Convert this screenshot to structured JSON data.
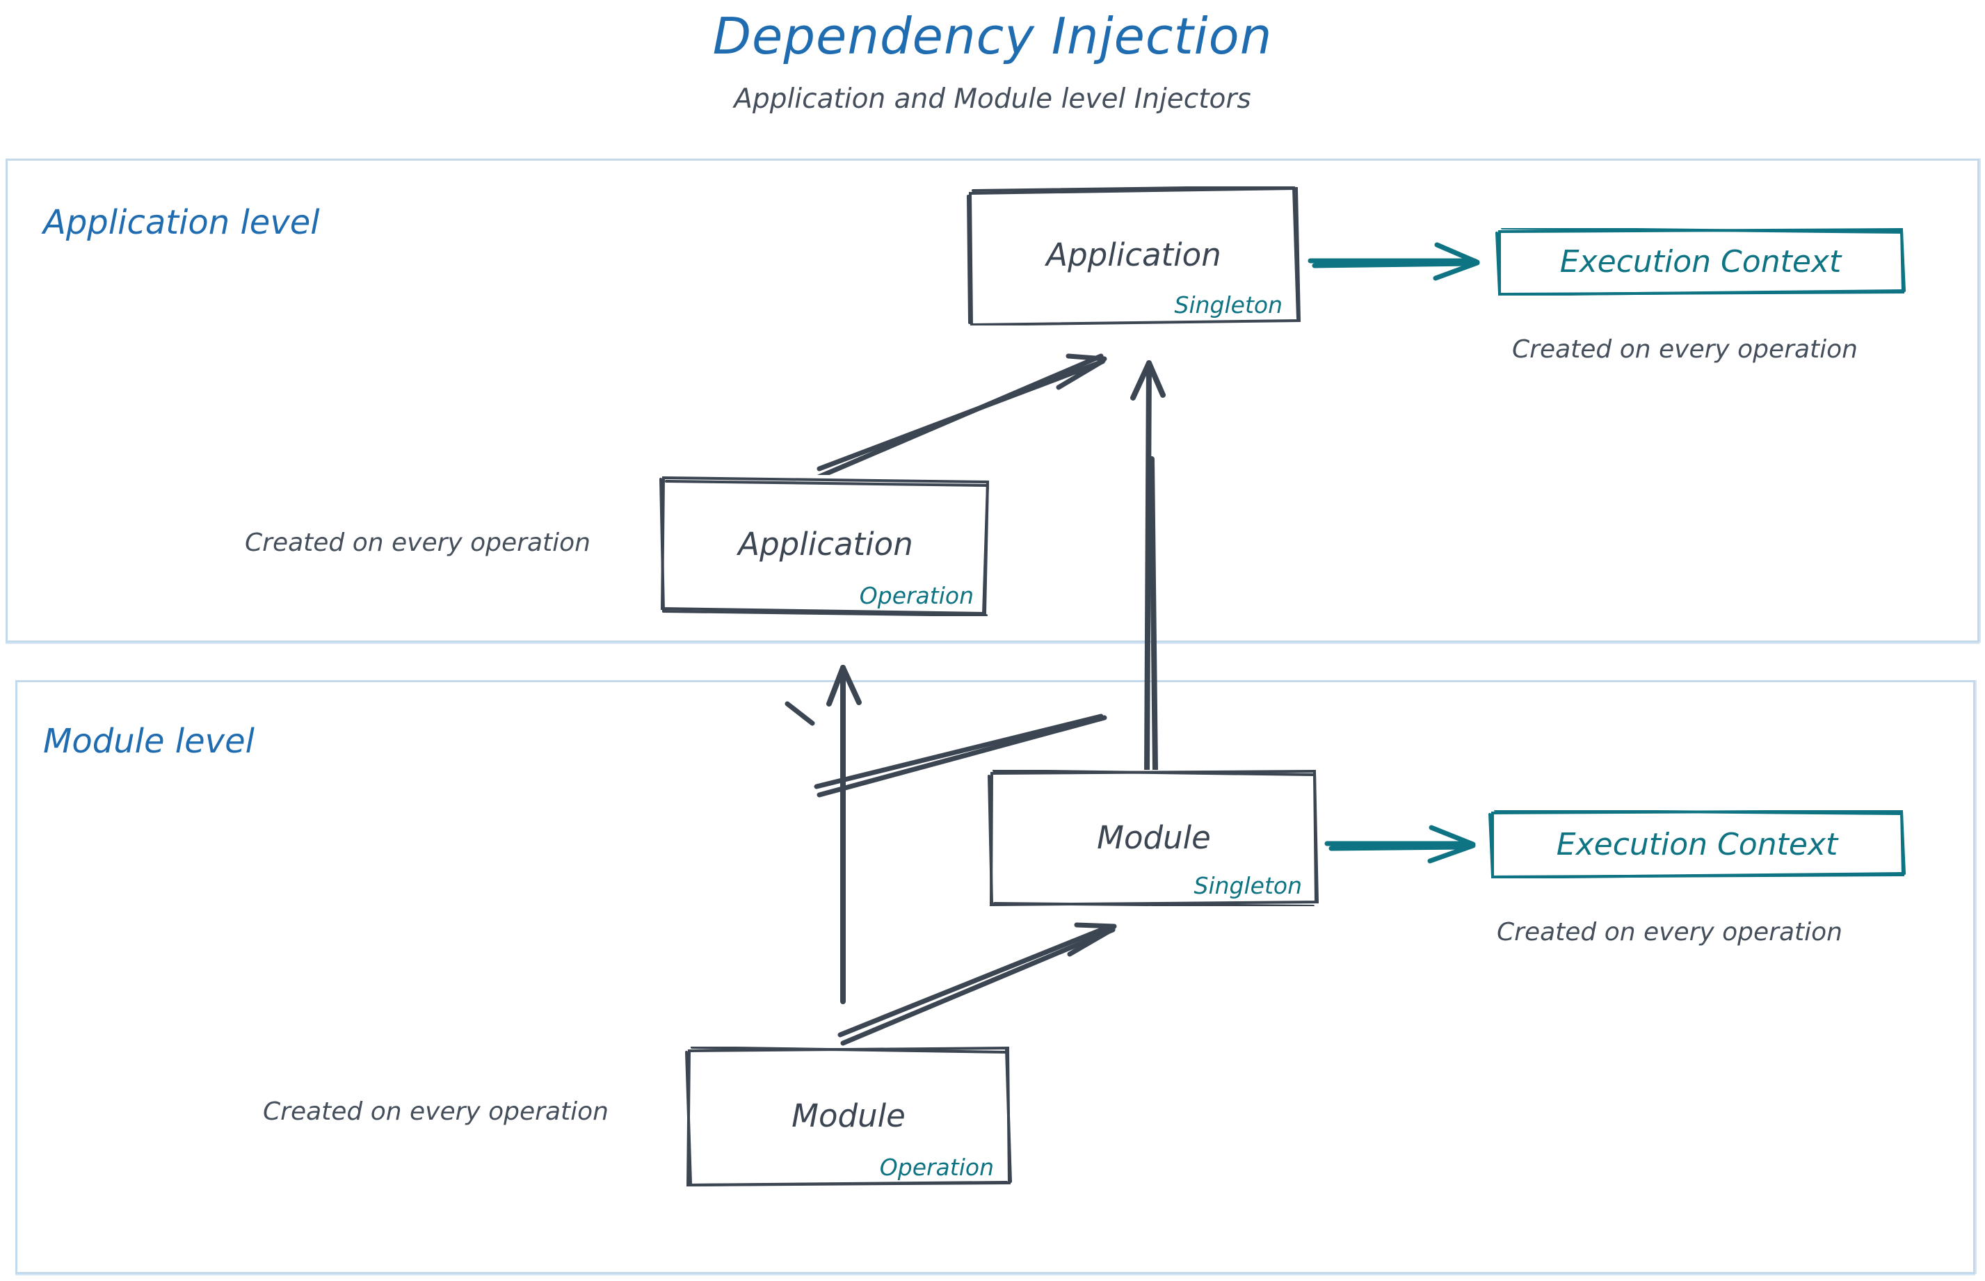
{
  "header": {
    "title": "Dependency Injection",
    "subtitle": "Application and Module level Injectors"
  },
  "colors": {
    "title_blue": "#1f6cb0",
    "level_border": "#c3d9ec",
    "node_stroke": "#3c4552",
    "scope_teal": "#0e7382",
    "note_gray": "#454f5b",
    "background": "#ffffff"
  },
  "levels": [
    {
      "id": "application-level",
      "label": "Application level",
      "nodes": [
        {
          "id": "app-singleton",
          "title": "Application",
          "scope": "Singleton"
        },
        {
          "id": "app-operation",
          "title": "Application",
          "scope": "Operation"
        }
      ],
      "execution_context": {
        "label": "Execution Context",
        "note": "Created on every operation"
      },
      "operation_note": "Created on every operation"
    },
    {
      "id": "module-level",
      "label": "Module level",
      "nodes": [
        {
          "id": "mod-singleton",
          "title": "Module",
          "scope": "Singleton"
        },
        {
          "id": "mod-operation",
          "title": "Module",
          "scope": "Operation"
        }
      ],
      "execution_context": {
        "label": "Execution Context",
        "note": "Created on every operation"
      },
      "operation_note": "Created on every operation"
    }
  ],
  "arrows": [
    {
      "id": "app-singleton-to-ec",
      "from": "app-singleton",
      "to": "ec-app",
      "style": "teal-double"
    },
    {
      "id": "app-op-to-app-single",
      "from": "app-operation",
      "to": "app-singleton",
      "style": "gray-double"
    },
    {
      "id": "mod-single-to-app-single",
      "from": "mod-singleton",
      "to": "app-singleton",
      "style": "gray-single"
    },
    {
      "id": "mod-singleton-to-ec",
      "from": "mod-singleton",
      "to": "ec-mod",
      "style": "teal-double"
    },
    {
      "id": "mod-op-to-mod-single",
      "from": "mod-operation",
      "to": "mod-singleton",
      "style": "gray-double"
    },
    {
      "id": "mod-op-to-app-level",
      "from": "mod-operation",
      "to": "application-level",
      "style": "gray-single"
    }
  ]
}
